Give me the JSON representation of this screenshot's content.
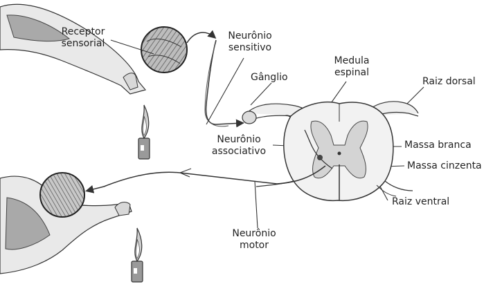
{
  "labels": {
    "receptor_line1": "Receptor",
    "receptor_line2": "sensorial",
    "neuronio_sensitivo_line1": "Neurônio",
    "neuronio_sensitivo_line2": "sensitivo",
    "ganglio": "Gânglio",
    "medula_line1": "Medula",
    "medula_line2": "espinal",
    "raiz_dorsal": "Raiz dorsal",
    "neuronio_associativo_line1": "Neurônio",
    "neuronio_associativo_line2": "associativo",
    "massa_branca": "Massa branca",
    "massa_cinzenta": "Massa cinzenta",
    "raiz_ventral": "Raiz ventral",
    "neuronio_motor_line1": "Neurônio",
    "neuronio_motor_line2": "motor"
  },
  "colors": {
    "stroke": "#333333",
    "skin": "#e6e6e6",
    "muscle": "#a6a6a6",
    "grey_matter": "#d4d4d4",
    "white_matter": "#f2f2f2"
  }
}
